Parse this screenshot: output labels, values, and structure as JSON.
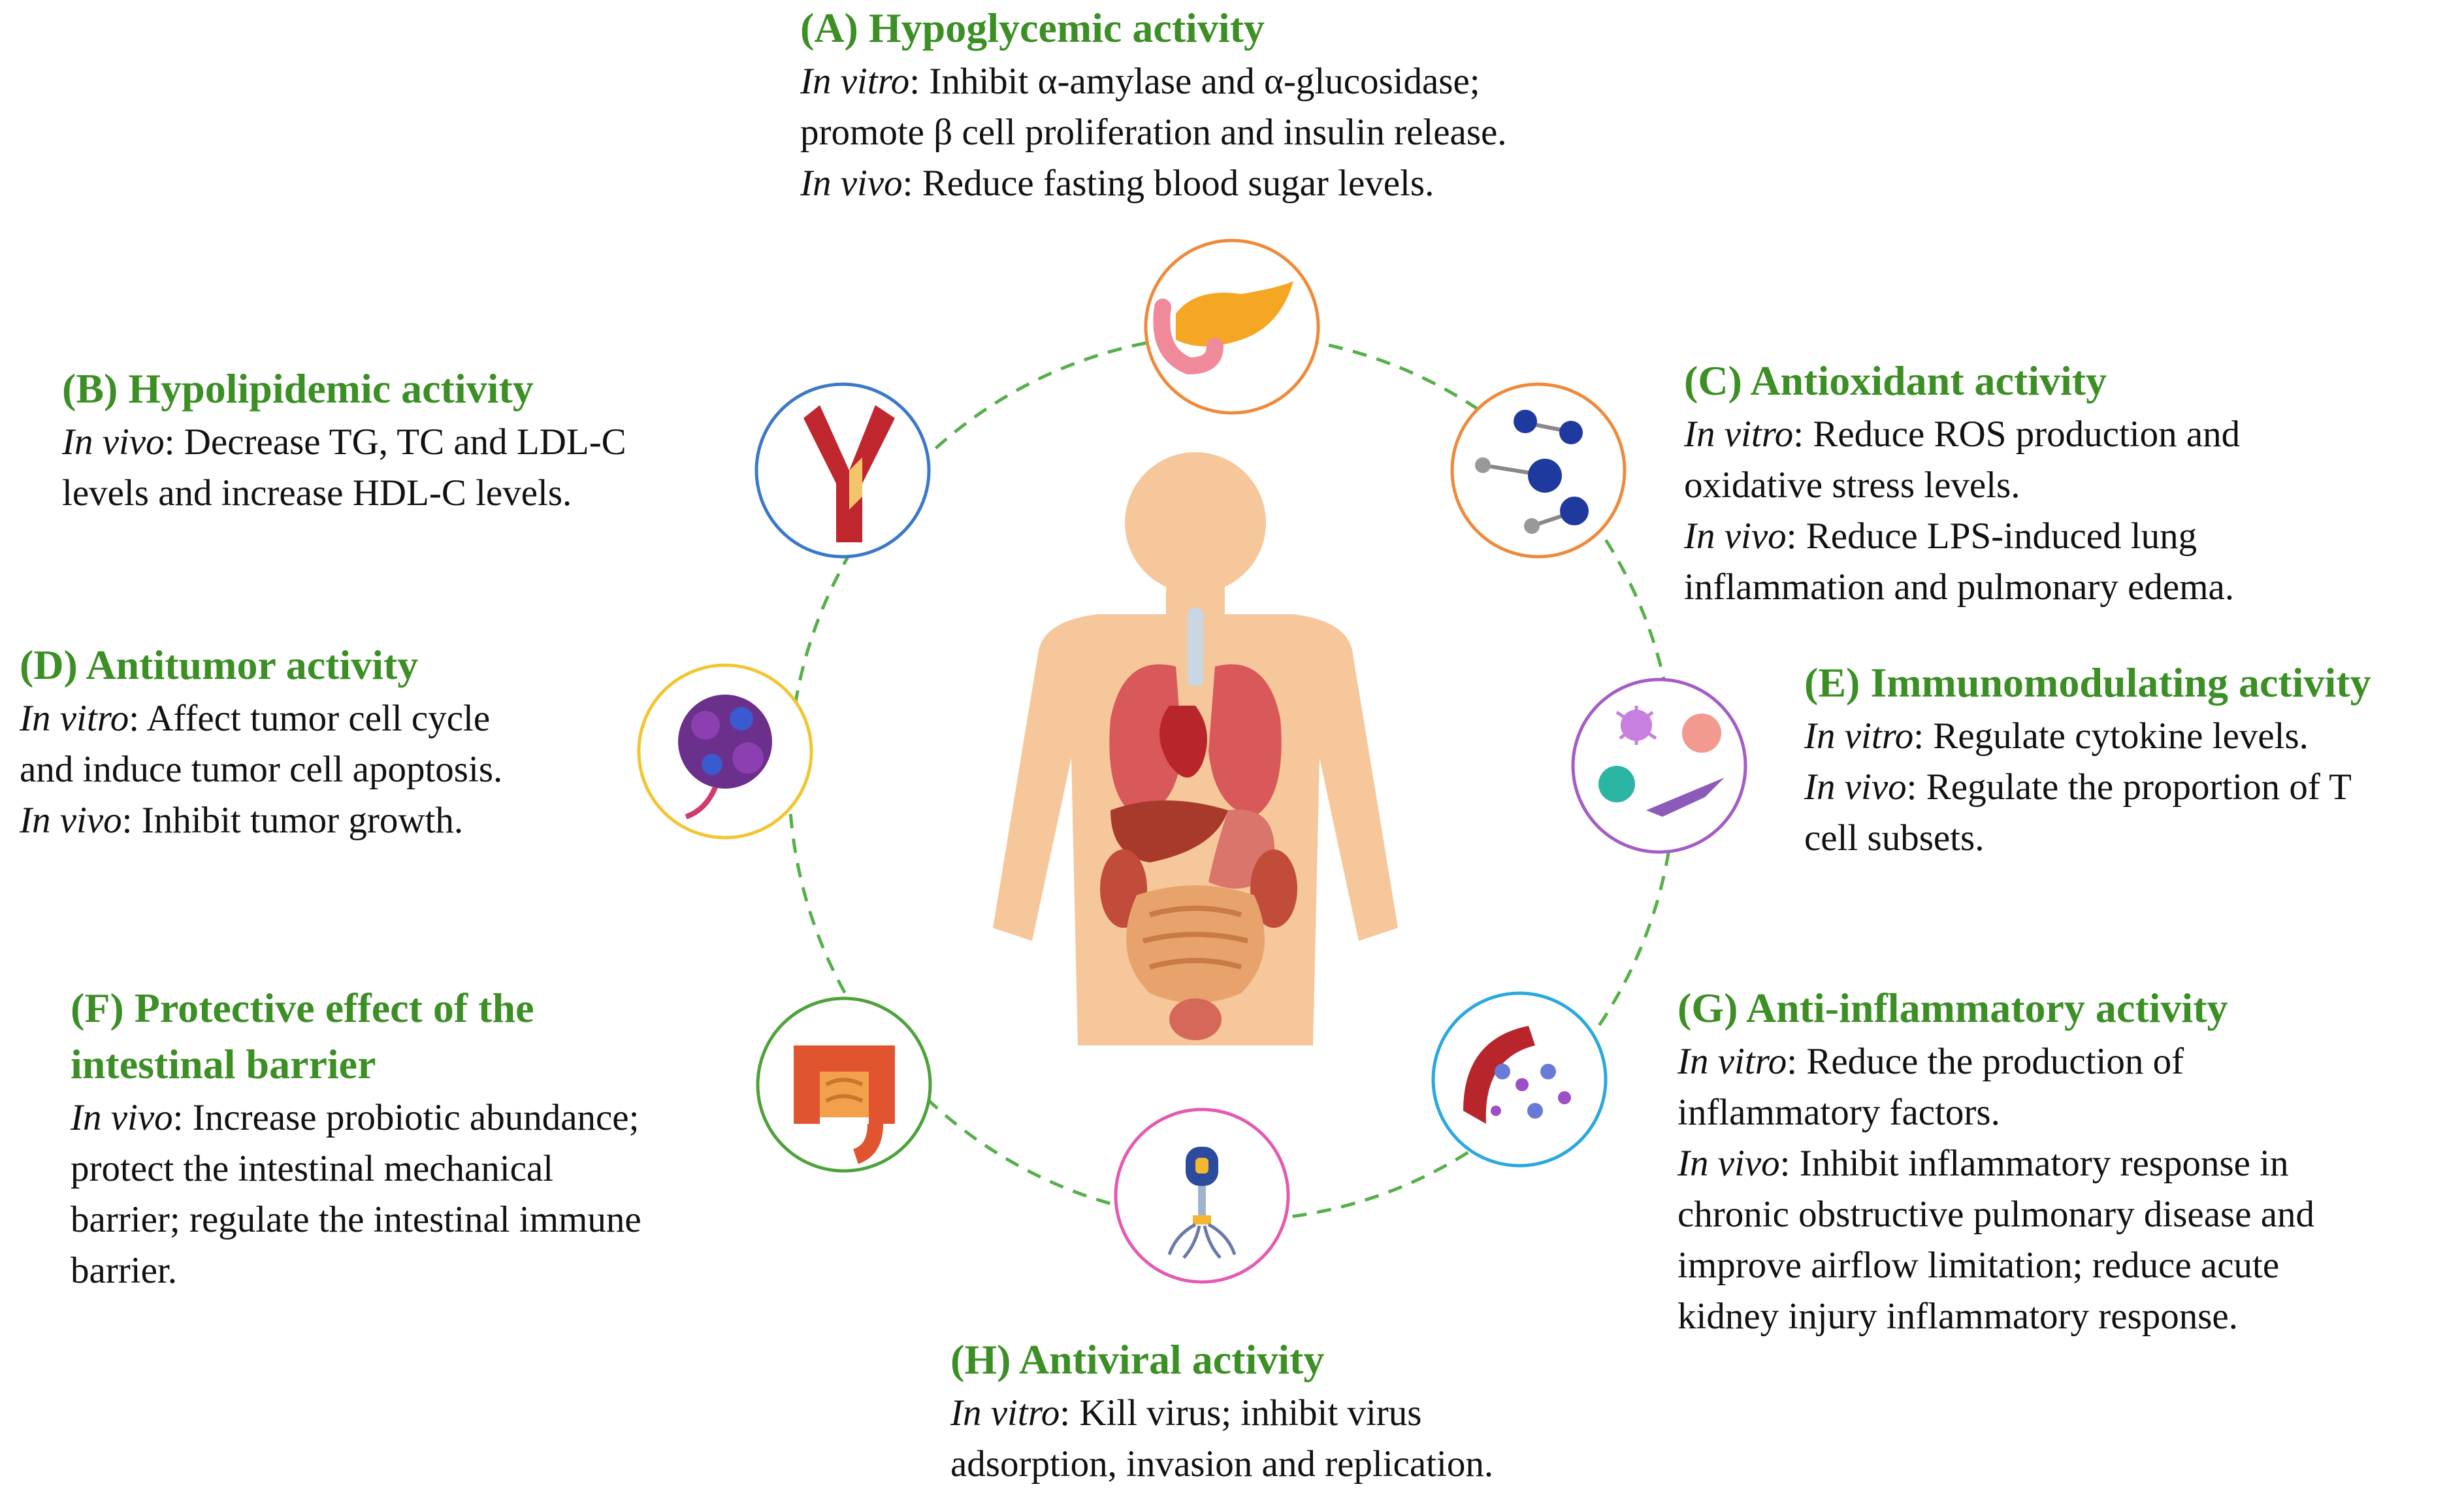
{
  "colors": {
    "heading": "#3b8f24",
    "text": "#111111",
    "dashed_ring": "#56b04a",
    "body_silhouette": "#f6c79a"
  },
  "activities": {
    "A": {
      "title": "(A) Hypoglycemic activity",
      "icon": "pancreas-icon",
      "ring_color": "#ee8a3c",
      "lines": [
        {
          "mode": "In vitro",
          "text": ": Inhibit α-amylase and α-glucosidase;"
        },
        {
          "text": "promote β cell proliferation and insulin release."
        },
        {
          "mode": "In vivo",
          "text": ": Reduce fasting blood sugar levels."
        }
      ]
    },
    "B": {
      "title": "(B) Hypolipidemic activity",
      "icon": "blood-vessel-plaque-icon",
      "ring_color": "#3a78c9",
      "lines": [
        {
          "mode": "In vivo",
          "text": ": Decrease TG, TC and LDL-C"
        },
        {
          "text": "levels and increase HDL-C levels."
        }
      ]
    },
    "C": {
      "title": "(C) Antioxidant activity",
      "icon": "free-radical-molecules-icon",
      "ring_color": "#ee8a3c",
      "lines": [
        {
          "mode": "In vitro",
          "text": ": Reduce ROS production and"
        },
        {
          "text": "oxidative stress levels."
        },
        {
          "mode": "In vivo",
          "text": ": Reduce LPS-induced lung"
        },
        {
          "text": "inflammation and pulmonary edema."
        }
      ]
    },
    "D": {
      "title": "(D) Antitumor activity",
      "icon": "tumor-cell-icon",
      "ring_color": "#f2c531",
      "lines": [
        {
          "mode": "In vitro",
          "text": ": Affect tumor cell cycle"
        },
        {
          "text": "and induce tumor cell apoptosis."
        },
        {
          "mode": "In vivo",
          "text": ": Inhibit tumor growth."
        }
      ]
    },
    "E": {
      "title": "(E) Immunomodulating activity",
      "icon": "immune-cells-icon",
      "ring_color": "#a55cc7",
      "lines": [
        {
          "mode": "In vitro",
          "text": ": Regulate cytokine levels."
        },
        {
          "mode": "In vivo",
          "text": ": Regulate the proportion of T"
        },
        {
          "text": "cell subsets."
        }
      ]
    },
    "F": {
      "title_line1": "(F) Protective effect of the",
      "title_line2": "intestinal barrier",
      "icon": "intestine-icon",
      "ring_color": "#4ea23c",
      "lines": [
        {
          "mode": "In vivo",
          "text": ": Increase probiotic abundance;"
        },
        {
          "text": "protect the intestinal mechanical"
        },
        {
          "text": "barrier; regulate the intestinal immune"
        },
        {
          "text": "barrier."
        }
      ]
    },
    "G": {
      "title": "(G) Anti-inflammatory activity",
      "icon": "inflamed-vessel-icon",
      "ring_color": "#29a9dd",
      "lines": [
        {
          "mode": "In vitro",
          "text": ": Reduce the production of"
        },
        {
          "text": "inflammatory factors."
        },
        {
          "mode": "In vivo",
          "text": ": Inhibit inflammatory response in"
        },
        {
          "text": "chronic obstructive pulmonary disease and"
        },
        {
          "text": "improve airflow limitation; reduce acute"
        },
        {
          "text": "kidney injury inflammatory response."
        }
      ]
    },
    "H": {
      "title": "(H) Antiviral activity",
      "icon": "bacteriophage-virus-icon",
      "ring_color": "#e45ab1",
      "lines": [
        {
          "mode": "In vitro",
          "text": ": Kill virus; inhibit virus"
        },
        {
          "text": "adsorption, invasion and replication."
        }
      ]
    }
  }
}
